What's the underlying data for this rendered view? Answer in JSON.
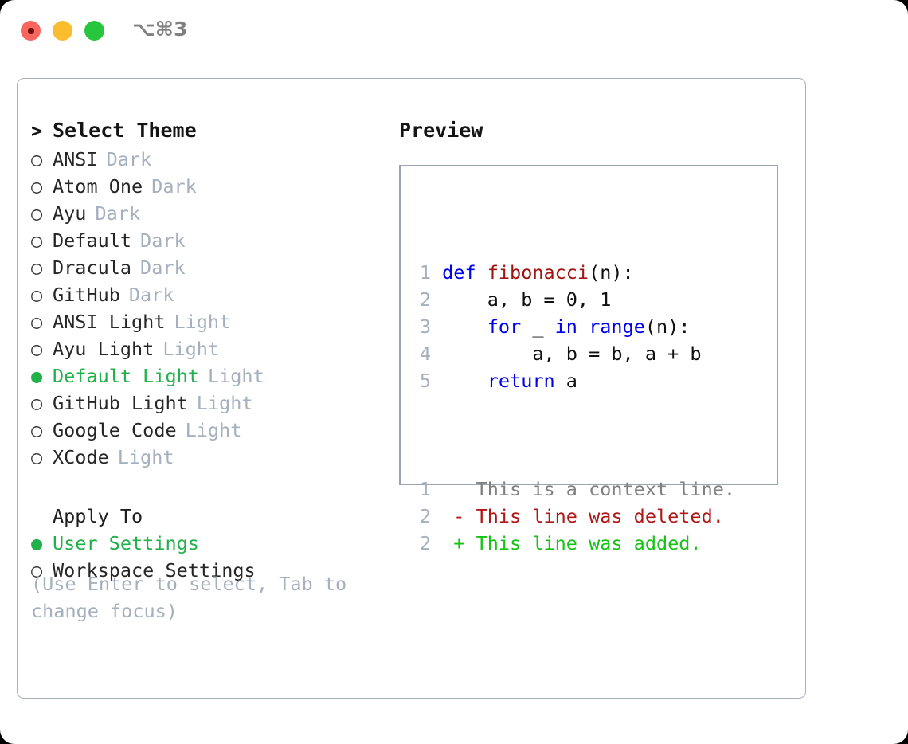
{
  "window": {
    "shortcut": "⌥⌘3",
    "traffic_lights": [
      {
        "name": "close",
        "color": "#f9655f"
      },
      {
        "name": "minimize",
        "color": "#fbbd2e"
      },
      {
        "name": "zoom",
        "color": "#28c63f"
      }
    ]
  },
  "accent": {
    "selected_green": "#22b04a",
    "muted": "#a5afbd",
    "text": "#262626",
    "keyword_blue": "#0000f0",
    "function_red": "#a01414",
    "diff_delete": "#b01818",
    "diff_add": "#14c314",
    "diff_context": "#808080"
  },
  "theme_picker": {
    "header_prompt": ">",
    "header_label": "Select Theme",
    "marker_selected": "●",
    "marker_unselected": "○",
    "items": [
      {
        "marker": "○",
        "label": "ANSI",
        "variant": "Dark",
        "selected": false
      },
      {
        "marker": "○",
        "label": "Atom One",
        "variant": "Dark",
        "selected": false
      },
      {
        "marker": "○",
        "label": "Ayu",
        "variant": "Dark",
        "selected": false
      },
      {
        "marker": "○",
        "label": "Default",
        "variant": "Dark",
        "selected": false
      },
      {
        "marker": "○",
        "label": "Dracula",
        "variant": "Dark",
        "selected": false
      },
      {
        "marker": "○",
        "label": "GitHub",
        "variant": "Dark",
        "selected": false
      },
      {
        "marker": "○",
        "label": "ANSI Light",
        "variant": "Light",
        "selected": false
      },
      {
        "marker": "○",
        "label": "Ayu Light",
        "variant": "Light",
        "selected": false
      },
      {
        "marker": "●",
        "label": "Default Light",
        "variant": "Light",
        "selected": true
      },
      {
        "marker": "○",
        "label": "GitHub Light",
        "variant": "Light",
        "selected": false
      },
      {
        "marker": "○",
        "label": "Google Code",
        "variant": "Light",
        "selected": false
      },
      {
        "marker": "○",
        "label": "XCode",
        "variant": "Light",
        "selected": false
      }
    ]
  },
  "apply_to": {
    "header_label": "Apply To",
    "items": [
      {
        "marker": "●",
        "label": "User Settings",
        "selected": true
      },
      {
        "marker": "○",
        "label": "Workspace Settings",
        "selected": false
      }
    ]
  },
  "hint": "(Use Enter to select, Tab to change focus)",
  "preview": {
    "title": "Preview",
    "code_lines": [
      {
        "no": "1",
        "tokens": [
          {
            "t": "def ",
            "c": "kw"
          },
          {
            "t": "fibonacci",
            "c": "fn"
          },
          {
            "t": "(n):",
            "c": "pl"
          }
        ]
      },
      {
        "no": "2",
        "tokens": [
          {
            "t": "    a, b = 0, 1",
            "c": "pl"
          }
        ]
      },
      {
        "no": "3",
        "tokens": [
          {
            "t": "    ",
            "c": "pl"
          },
          {
            "t": "for",
            "c": "kw"
          },
          {
            "t": " _ ",
            "c": "pl"
          },
          {
            "t": "in range",
            "c": "kw"
          },
          {
            "t": "(n):",
            "c": "pl"
          }
        ]
      },
      {
        "no": "4",
        "tokens": [
          {
            "t": "        a, b = b, a + b",
            "c": "pl"
          }
        ]
      },
      {
        "no": "5",
        "tokens": [
          {
            "t": "    ",
            "c": "pl"
          },
          {
            "t": "return",
            "c": "kw"
          },
          {
            "t": " a",
            "c": "pl"
          }
        ]
      }
    ],
    "diff_lines": [
      {
        "no": "1",
        "tokens": [
          {
            "t": "   This is a context line.",
            "c": "ctx"
          }
        ]
      },
      {
        "no": "2",
        "tokens": [
          {
            "t": " - This line was deleted.",
            "c": "del"
          }
        ]
      },
      {
        "no": "2",
        "tokens": [
          {
            "t": " + This line was added.",
            "c": "add"
          }
        ]
      }
    ]
  }
}
